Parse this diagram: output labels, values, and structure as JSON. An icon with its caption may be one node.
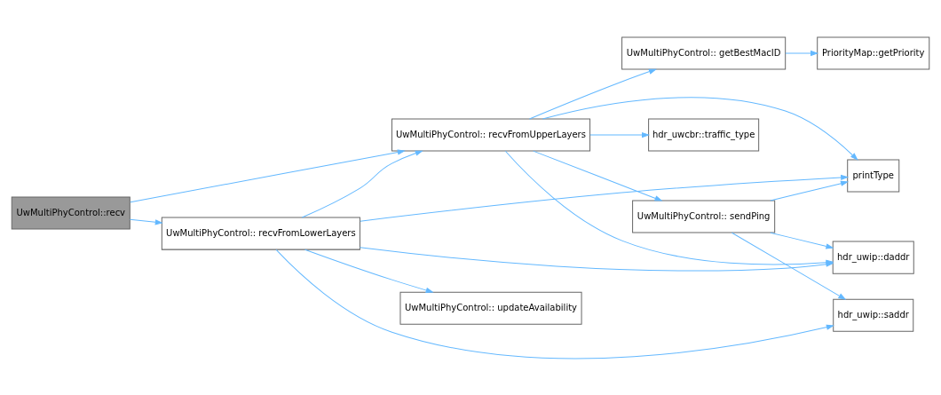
{
  "diagram": {
    "nodes": [
      {
        "text": [
          "UwMultiPhyControl::recv"
        ]
      },
      {
        "text": [
          "UwMultiPhyControl:: recvFromUpperLayers"
        ]
      },
      {
        "text": [
          "UwMultiPhyControl:: recvFromLowerLayers"
        ]
      },
      {
        "text": [
          "hdr_uwcbr::traffic_type"
        ]
      },
      {
        "text": [
          "UwMultiPhyControl:: getBestMacID"
        ]
      },
      {
        "text": [
          "PriorityMap::getPriority"
        ]
      },
      {
        "text": [
          "hdr_uwip::daddr"
        ]
      },
      {
        "text": [
          "UwMultiPhyControl:: sendPing"
        ]
      },
      {
        "text": [
          "printType"
        ]
      },
      {
        "text": [
          "UwMultiPhyControl:: updateAvailability"
        ]
      },
      {
        "text": [
          "hdr_uwip::saddr"
        ]
      }
    ],
    "edges": [
      {
        "from": 0,
        "to": 1,
        "arrow": "to"
      },
      {
        "from": 0,
        "to": 2,
        "arrow": "to"
      },
      {
        "from": 1,
        "to": 3,
        "arrow": "to"
      },
      {
        "from": 1,
        "to": 4,
        "arrow": "to"
      },
      {
        "from": 1,
        "to": 6,
        "arrow": "to"
      },
      {
        "from": 1,
        "to": 7,
        "arrow": "to"
      },
      {
        "from": 1,
        "to": 8,
        "arrow": "to"
      },
      {
        "from": 4,
        "to": 5,
        "arrow": "to"
      },
      {
        "from": 2,
        "to": 1,
        "arrow": "to"
      },
      {
        "from": 2,
        "to": 6,
        "arrow": "to"
      },
      {
        "from": 2,
        "to": 8,
        "arrow": "to"
      },
      {
        "from": 2,
        "to": 9,
        "arrow": "to"
      },
      {
        "from": 2,
        "to": 10,
        "arrow": "to"
      },
      {
        "from": 7,
        "to": 6,
        "arrow": "to"
      },
      {
        "from": 7,
        "to": 8,
        "arrow": "to"
      },
      {
        "from": 7,
        "to": 10,
        "arrow": "to"
      }
    ]
  }
}
